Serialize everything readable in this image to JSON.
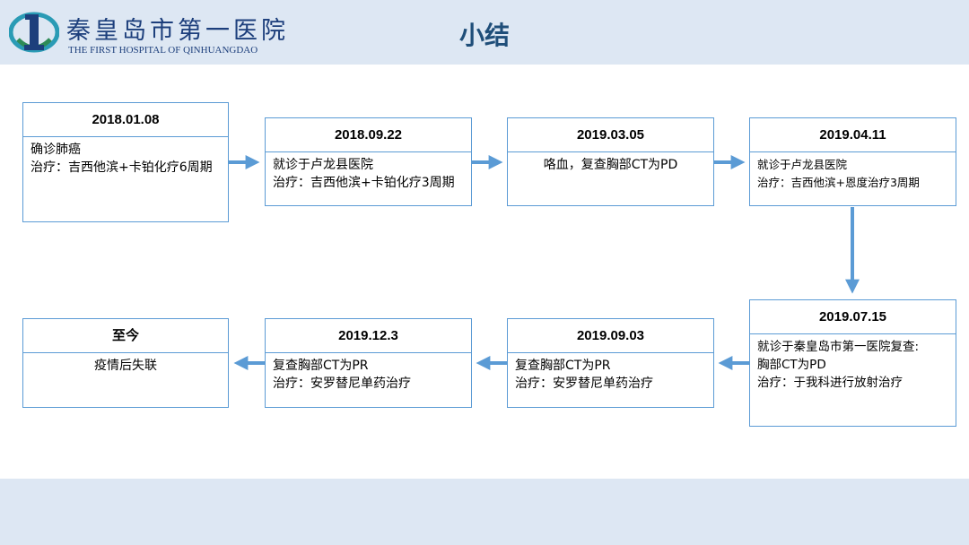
{
  "header": {
    "hospital_name_cn": "秦皇岛市第一医院",
    "hospital_name_en": "THE FIRST HOSPITAL OF QINHUANGDAO",
    "title": "小结"
  },
  "colors": {
    "accent": "#5b9bd5",
    "title": "#1f4e79",
    "band": "#dde7f3"
  },
  "timeline": [
    {
      "date": "2018.01.08",
      "lines": [
        "确诊肺癌",
        "治疗：吉西他滨+卡铂化疗6周期"
      ]
    },
    {
      "date": "2018.09.22",
      "lines": [
        "就诊于卢龙县医院",
        "治疗：吉西他滨+卡铂化疗3周期"
      ]
    },
    {
      "date": "2019.03.05",
      "lines": [
        "咯血，复查胸部CT为PD"
      ]
    },
    {
      "date": "2019.04.11",
      "lines": [
        "就诊于卢龙县医院",
        "治疗：吉西他滨+恩度治疗3周期"
      ]
    },
    {
      "date": "2019.07.15",
      "lines": [
        "就诊于秦皇岛市第一医院复查:",
        "胸部CT为PD",
        "治疗：于我科进行放射治疗"
      ]
    },
    {
      "date": "2019.09.03",
      "lines": [
        "复查胸部CT为PR",
        "治疗：安罗替尼单药治疗"
      ]
    },
    {
      "date": "2019.12.3",
      "lines": [
        "复查胸部CT为PR",
        "治疗：安罗替尼单药治疗"
      ]
    },
    {
      "date": "至今",
      "lines": [
        "疫情后失联"
      ]
    }
  ]
}
